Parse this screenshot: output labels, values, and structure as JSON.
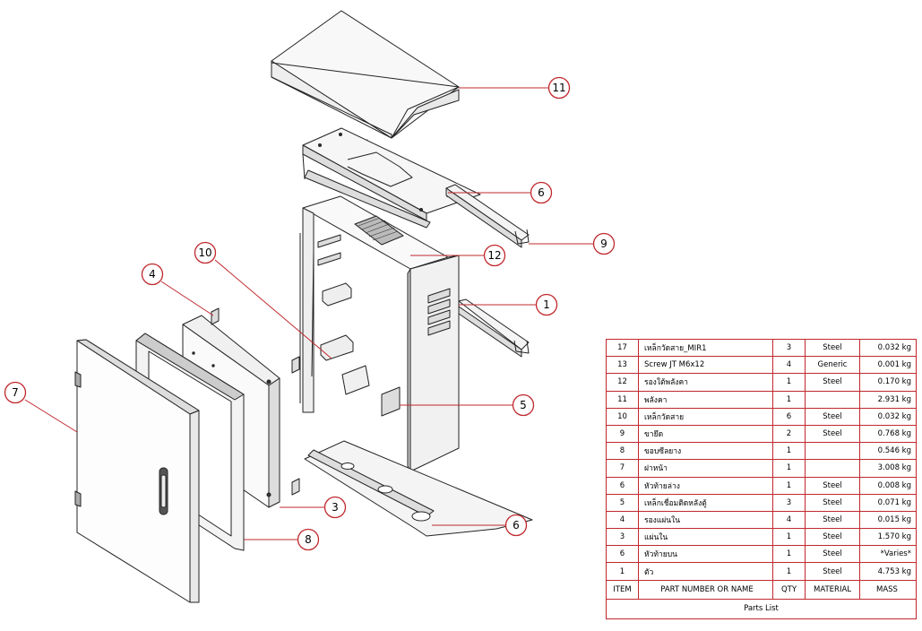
{
  "balloons": [
    "11",
    "6",
    "9",
    "12",
    "10",
    "4",
    "1",
    "7",
    "5",
    "3",
    "8",
    "6"
  ],
  "parts_list": {
    "caption": "Parts List",
    "headers": {
      "item": "ITEM",
      "name": "PART NUMBER OR NAME",
      "qty": "QTY",
      "material": "MATERIAL",
      "mass": "MASS"
    },
    "rows": [
      {
        "item": "17",
        "name": "เหล็กวัดสาย_MIR1",
        "qty": "3",
        "material": "Steel",
        "mass": "0.032 kg"
      },
      {
        "item": "13",
        "name": "Screw JT M6x12",
        "qty": "4",
        "material": "Generic",
        "mass": "0.001 kg"
      },
      {
        "item": "12",
        "name": "รองใต้พลังคา",
        "qty": "1",
        "material": "Steel",
        "mass": "0.170 kg"
      },
      {
        "item": "11",
        "name": "พลังคา",
        "qty": "1",
        "material": "",
        "mass": "2.931 kg"
      },
      {
        "item": "10",
        "name": "เหล็กวัดสาย",
        "qty": "6",
        "material": "Steel",
        "mass": "0.032 kg"
      },
      {
        "item": "9",
        "name": "ขายึด",
        "qty": "2",
        "material": "Steel",
        "mass": "0.768 kg"
      },
      {
        "item": "8",
        "name": "ขอบซีลยาง",
        "qty": "1",
        "material": "",
        "mass": "0.546 kg"
      },
      {
        "item": "7",
        "name": "ฝาหน้า",
        "qty": "1",
        "material": "",
        "mass": "3.008 kg"
      },
      {
        "item": "6",
        "name": "หัวท้ายล่าง",
        "qty": "1",
        "material": "Steel",
        "mass": "0.008 kg"
      },
      {
        "item": "5",
        "name": "เหล็กเชื่อมติดหลังตู้",
        "qty": "3",
        "material": "Steel",
        "mass": "0.071 kg"
      },
      {
        "item": "4",
        "name": "รองแผ่นใน",
        "qty": "4",
        "material": "Steel",
        "mass": "0.015 kg"
      },
      {
        "item": "3",
        "name": "แผ่นใน",
        "qty": "1",
        "material": "Steel",
        "mass": "1.570 kg"
      },
      {
        "item": "6",
        "name": "หัวท้ายบน",
        "qty": "1",
        "material": "Steel",
        "mass": "*Varies*"
      },
      {
        "item": "1",
        "name": "ตัว",
        "qty": "1",
        "material": "Steel",
        "mass": "4.753 kg"
      }
    ]
  },
  "colors": {
    "leader": "#c0282d",
    "line": "#000000"
  }
}
